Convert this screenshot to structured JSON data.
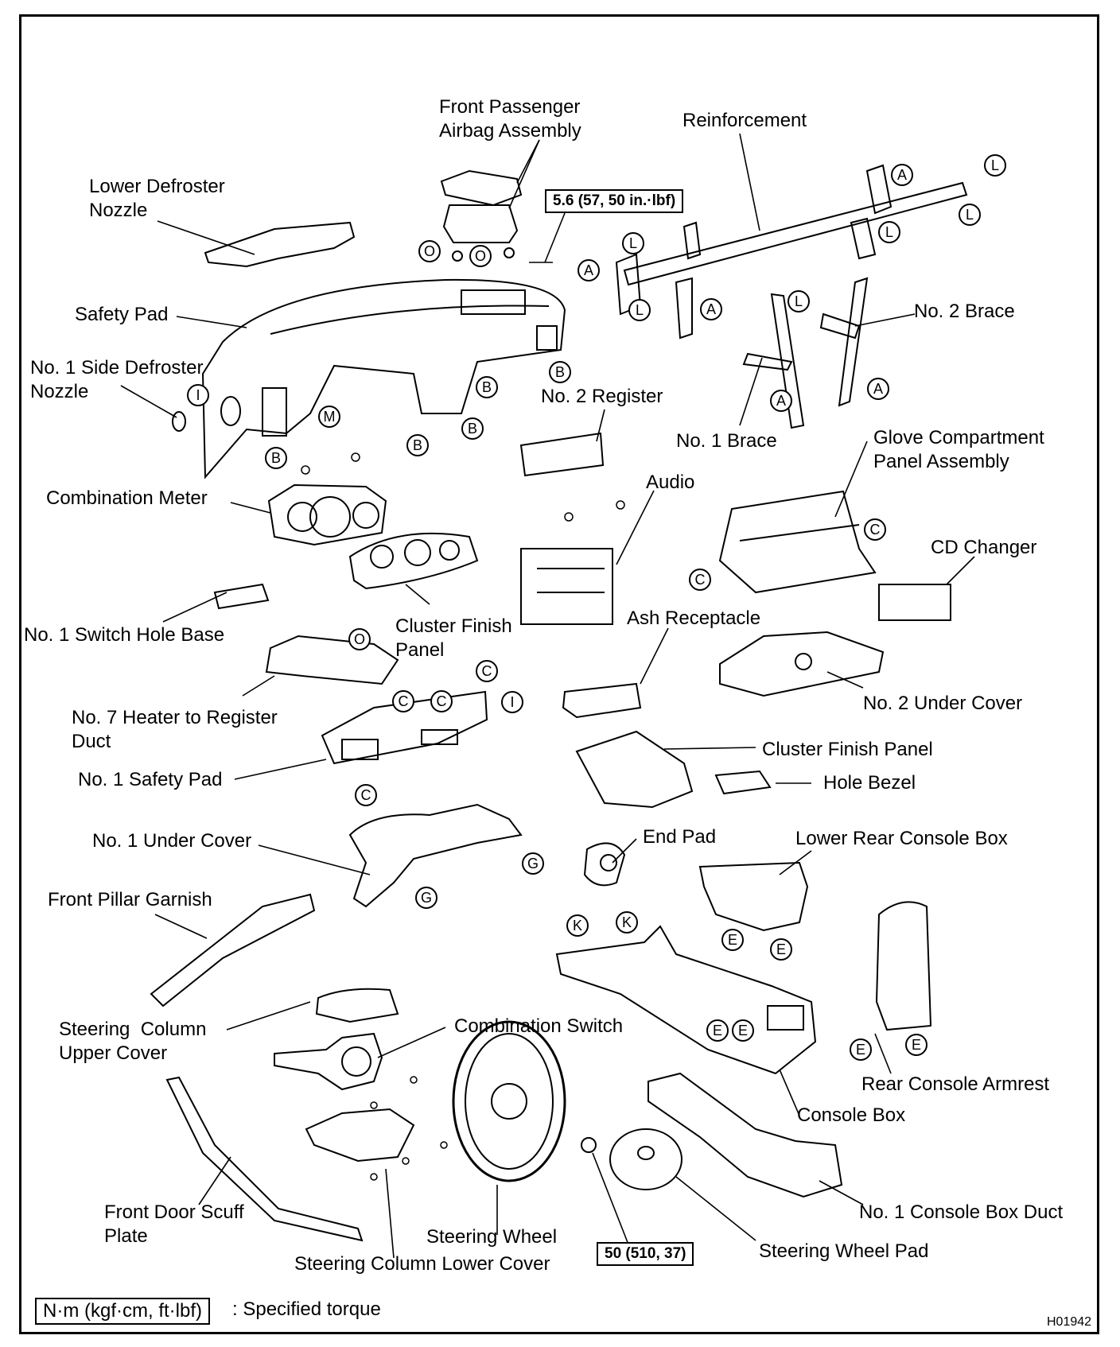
{
  "labels": {
    "front_passenger_airbag": "Front Passenger\nAirbag Assembly",
    "reinforcement": "Reinforcement",
    "lower_defroster_nozzle": "Lower Defroster\nNozzle",
    "safety_pad": "Safety Pad",
    "no2_brace": "No. 2 Brace",
    "no1_side_defroster_nozzle": "No. 1 Side Defroster\nNozzle",
    "no2_register": "No. 2 Register",
    "no1_brace": "No. 1 Brace",
    "glove_compartment": "Glove Compartment\nPanel Assembly",
    "audio": "Audio",
    "combination_meter": "Combination Meter",
    "cd_changer": "CD Changer",
    "cluster_finish_panel_upper": "Cluster Finish\nPanel",
    "no1_switch_hole_base": "No. 1 Switch Hole Base",
    "ash_receptacle": "Ash Receptacle",
    "no2_under_cover": "No. 2 Under Cover",
    "no7_heater_duct": "No. 7 Heater to Register\nDuct",
    "cluster_finish_panel_lower": "Cluster Finish Panel",
    "no1_safety_pad": "No. 1 Safety Pad",
    "hole_bezel": "Hole Bezel",
    "no1_under_cover": "No. 1 Under Cover",
    "end_pad": "End Pad",
    "lower_rear_console_box": "Lower Rear Console Box",
    "front_pillar_garnish": "Front Pillar Garnish",
    "steering_column_upper_cover": "Steering  Column\nUpper Cover",
    "combination_switch": "Combination Switch",
    "rear_console_armrest": "Rear Console Armrest",
    "console_box": "Console Box",
    "front_door_scuff_plate": "Front Door Scuff\nPlate",
    "no1_console_box_duct": "No. 1 Console Box Duct",
    "steering_wheel": "Steering Wheel",
    "steering_wheel_pad": "Steering Wheel Pad",
    "steering_column_lower_cover": "Steering Column Lower Cover"
  },
  "torque": {
    "airbag_bolt": "5.6 (57, 50 in.·lbf)",
    "steering_nut": "50 (510, 37)"
  },
  "legend": {
    "unit_box": "N·m (kgf·cm, ft·lbf)",
    "description": ": Specified torque"
  },
  "figure_id": "H01942",
  "markers": {
    "A": "A",
    "B": "B",
    "C": "C",
    "E": "E",
    "G": "G",
    "I": "I",
    "K": "K",
    "L": "L",
    "M": "M",
    "O": "O"
  }
}
